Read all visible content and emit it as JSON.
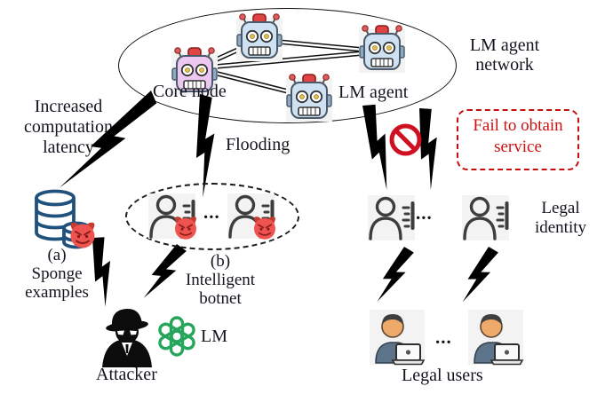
{
  "colors": {
    "attack_red": "#b5250a",
    "attack_red_outline": "#c32007",
    "benign_blue": "#62b9e9",
    "alert_red": "#cc1010",
    "text": "#14141f",
    "devil_red": "#ef5350",
    "database_navy": "#20517c",
    "openai_green": "#26a65b",
    "robot_blue_head": "#cfe2f3",
    "robot_pink_head": "#ecc7f0"
  },
  "network": {
    "core_label": "Core node",
    "agent_label": "LM agent",
    "title_line1": "LM agent",
    "title_line2": "network"
  },
  "attack_left": {
    "line1": "Increased",
    "line2": "computation",
    "line3": "latency",
    "tag": "(a)",
    "name_line1": "Sponge",
    "name_line2": "examples"
  },
  "attack_mid": {
    "label": "Flooding",
    "tag": "(b)",
    "name_line1": "Intelligent",
    "name_line2": "botnet"
  },
  "right_side": {
    "fail_line1": "Fail to obtain",
    "fail_line2": "service",
    "identity_line1": "Legal",
    "identity_line2": "identity",
    "users_label": "Legal users"
  },
  "attacker": {
    "label": "Attacker",
    "lm_label": "LM"
  },
  "ellipsis": "...",
  "icons": {
    "robot": "svg robot face with antennae",
    "core-robot": "pink svg robot face",
    "database": "stacked navy cylinders",
    "devil": "red devil emoji face",
    "bot-person": "outlined person with list",
    "legal-person": "outlined person with list",
    "laptop-user": "person at laptop",
    "spy": "black incognito attacker",
    "openai-logo": "green knot logo",
    "prohibition": "red no-entry sign",
    "lightning-bolt": "zigzag bolt"
  }
}
